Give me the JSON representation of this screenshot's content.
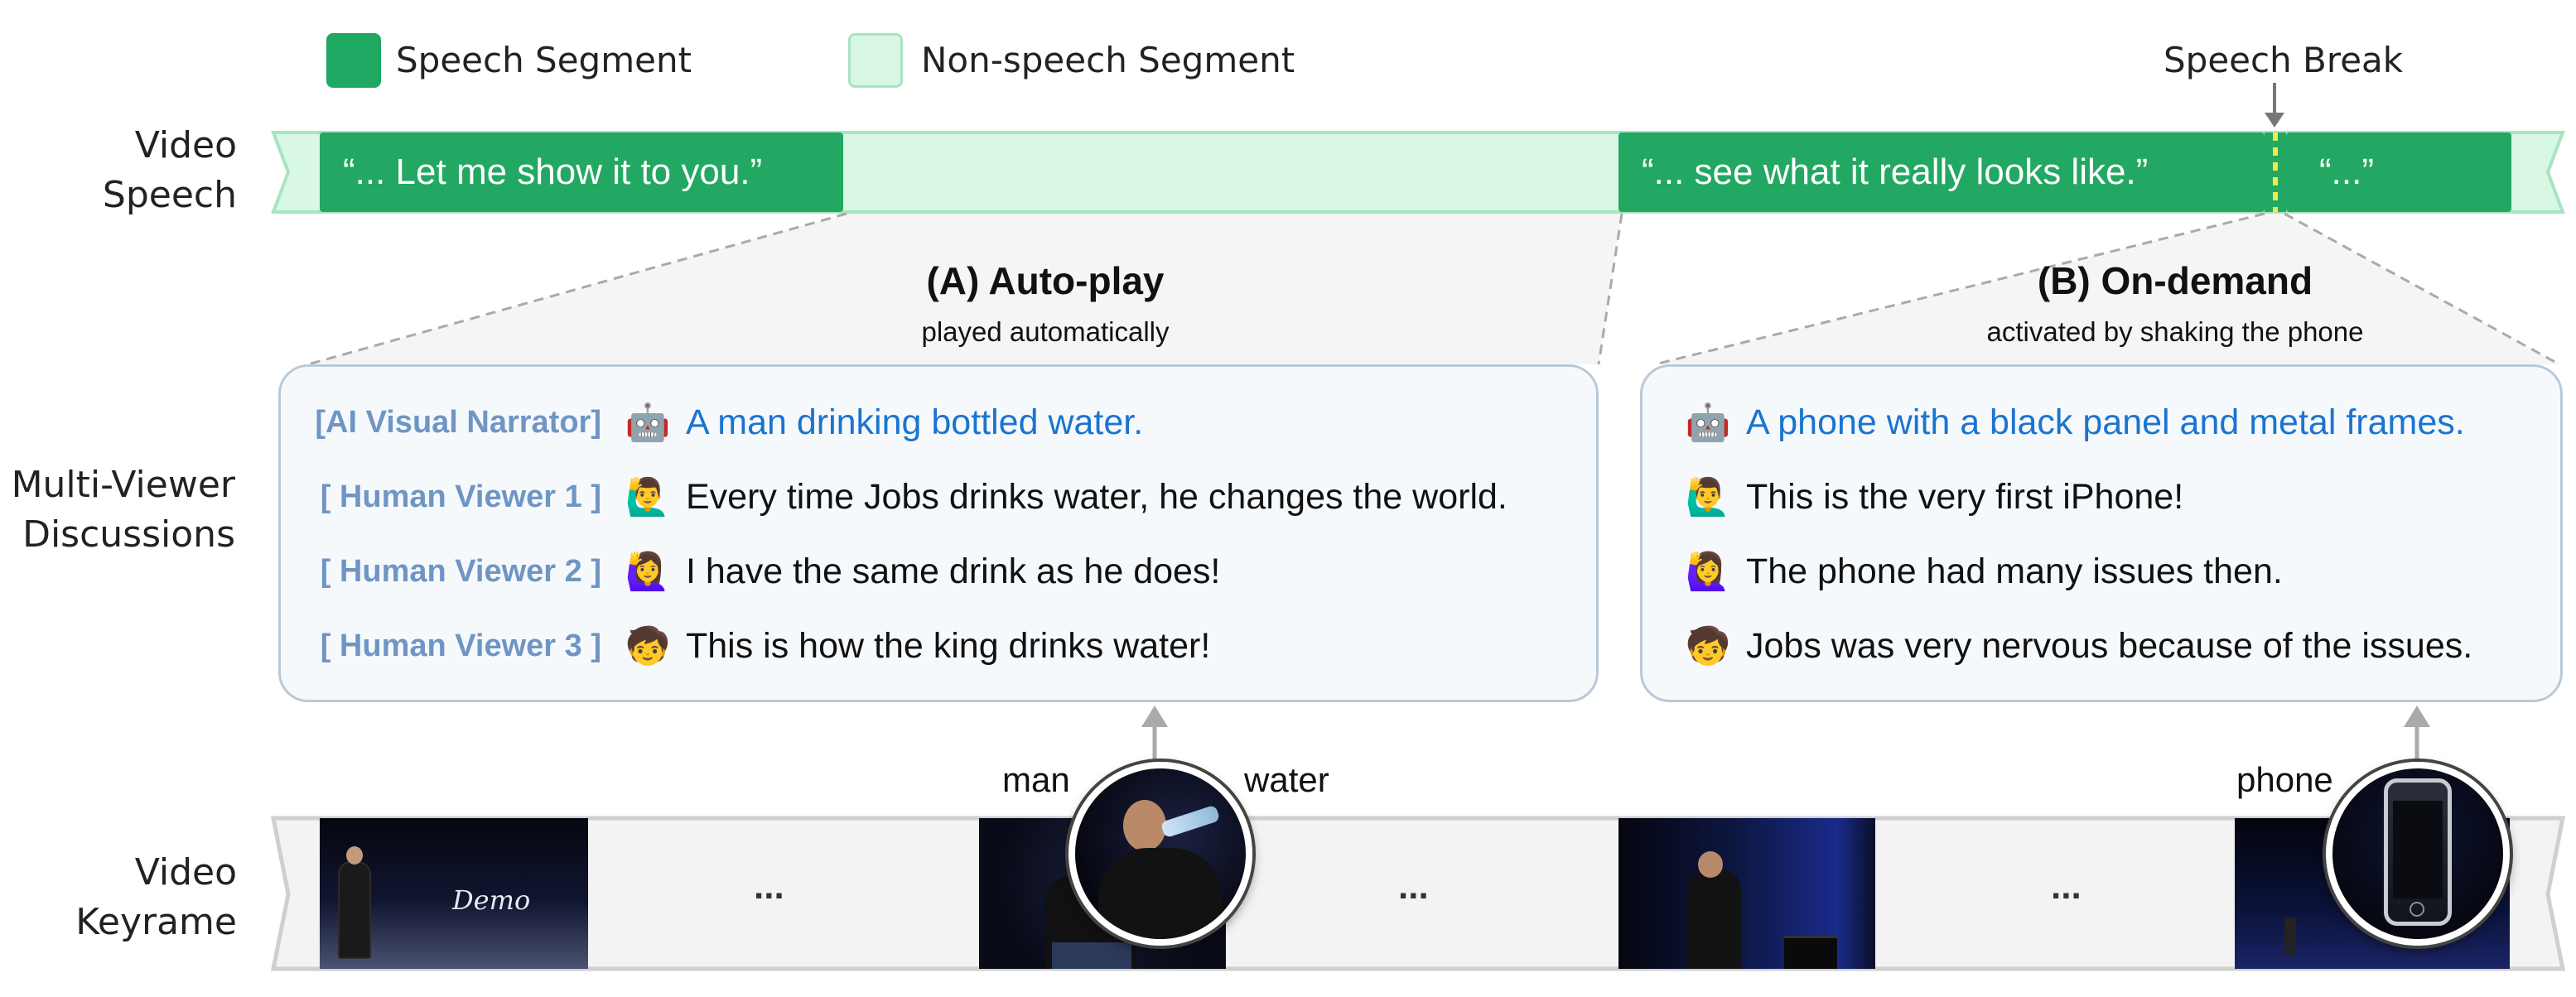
{
  "legend": {
    "speech_label": "Speech Segment",
    "nonspeech_label": "Non-speech Segment",
    "speech_color": "#22a862",
    "nonspeech_color": "#d8f7e4"
  },
  "row_labels": {
    "speech_line1": "Video",
    "speech_line2": "Speech",
    "discussion_line1": "Multi-Viewer",
    "discussion_line2": "Discussions",
    "keyframe_line1": "Video",
    "keyframe_line2": "Keyrame"
  },
  "speech_break_label": "Speech Break",
  "segments": [
    {
      "type": "speech",
      "text": "“... Let me show it to you.”"
    },
    {
      "type": "non-speech",
      "text": ""
    },
    {
      "type": "speech",
      "text": "“... see what it really looks like.”"
    },
    {
      "type": "speech",
      "text": "“...”"
    }
  ],
  "autoplay": {
    "title": "(A) Auto-play",
    "subtitle": "played automatically",
    "rows": [
      {
        "role": "[AI Visual Narrator]",
        "emoji": "🤖",
        "text": "A man drinking bottled water.",
        "ai": true
      },
      {
        "role": "[ Human Viewer 1 ]",
        "emoji": "🙋‍♂️",
        "text": "Every time Jobs drinks water, he changes the world.",
        "ai": false
      },
      {
        "role": "[ Human Viewer 2 ]",
        "emoji": "🙋‍♀️",
        "text": "I have the same drink as he does!",
        "ai": false
      },
      {
        "role": "[ Human Viewer 3 ]",
        "emoji": "🧒",
        "text": "This is how the king drinks water!",
        "ai": false
      }
    ]
  },
  "ondemand": {
    "title": "(B) On-demand",
    "subtitle": "activated by shaking the phone",
    "rows": [
      {
        "emoji": "🤖",
        "text": "A phone with a black panel and metal frames.",
        "ai": true
      },
      {
        "emoji": "🙋‍♂️",
        "text": "This is the very first iPhone!",
        "ai": false
      },
      {
        "emoji": "🙋‍♀️",
        "text": "The phone had many issues then.",
        "ai": false
      },
      {
        "emoji": "🧒",
        "text": "Jobs was very nervous because of the issues.",
        "ai": false
      }
    ]
  },
  "keyframes": {
    "demo_text": "Demo",
    "ellipsis": "...",
    "keyword_man": "man",
    "keyword_water": "water",
    "keyword_phone": "phone"
  }
}
